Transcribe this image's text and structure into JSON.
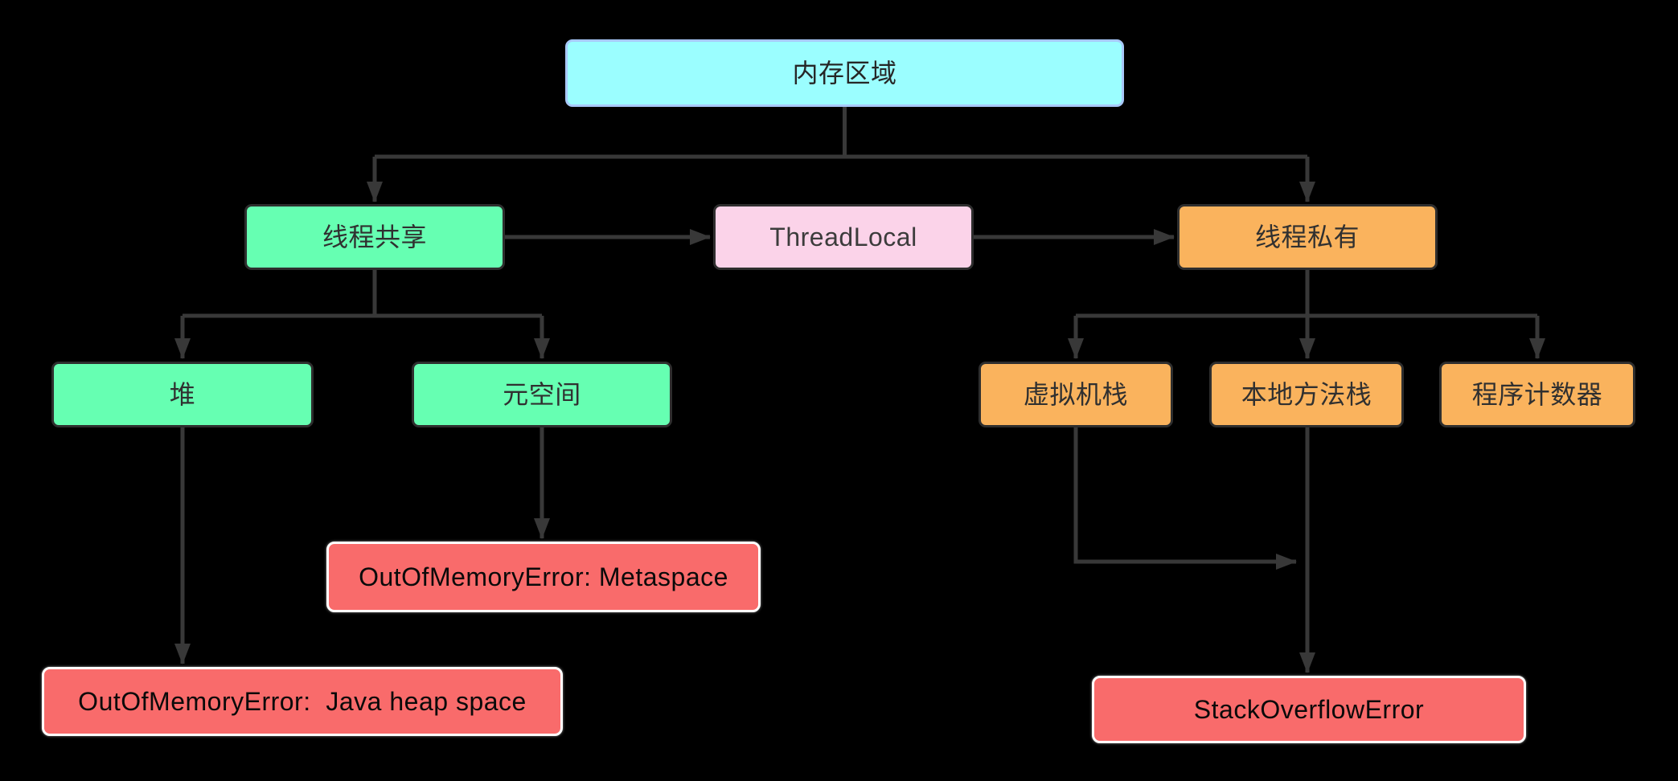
{
  "diagram": {
    "background": "#000000",
    "connector_color": "#383838",
    "nodes": [
      {
        "id": "memory-area",
        "label": "内存区域",
        "fill": "#9bfeff",
        "border": "#a8c9fa",
        "text_color": "#262626"
      },
      {
        "id": "thread-shared",
        "label": "线程共享",
        "fill": "#66ffb2",
        "border": "#2e2e2e",
        "text_color": "#303030"
      },
      {
        "id": "thread-local",
        "label": "ThreadLocal",
        "fill": "#fbd3e9",
        "border": "#2e2e2e",
        "text_color": "#3c3c3c"
      },
      {
        "id": "thread-private",
        "label": "线程私有",
        "fill": "#fab35d",
        "border": "#2e2e2e",
        "text_color": "#303030"
      },
      {
        "id": "heap",
        "label": "堆",
        "fill": "#66ffb2",
        "border": "#2e2e2e",
        "text_color": "#303030"
      },
      {
        "id": "metaspace",
        "label": "元空间",
        "fill": "#66ffb2",
        "border": "#2e2e2e",
        "text_color": "#303030"
      },
      {
        "id": "vm-stack",
        "label": "虚拟机栈",
        "fill": "#fab35d",
        "border": "#2e2e2e",
        "text_color": "#303030"
      },
      {
        "id": "native-method-stack",
        "label": "本地方法栈",
        "fill": "#fab35d",
        "border": "#2e2e2e",
        "text_color": "#303030"
      },
      {
        "id": "program-counter",
        "label": "程序计数器",
        "fill": "#fab35d",
        "border": "#2e2e2e",
        "text_color": "#303030"
      },
      {
        "id": "oom-metaspace",
        "label": "OutOfMemoryError: Metaspace",
        "fill": "#f96b6b",
        "border": "#ffffff",
        "text_color": "#0a0a0a"
      },
      {
        "id": "oom-heap",
        "label": "OutOfMemoryError:  Java heap space",
        "fill": "#f96b6b",
        "border": "#ffffff",
        "text_color": "#0a0a0a"
      },
      {
        "id": "stack-overflow",
        "label": "StackOverflowError",
        "fill": "#f96b6b",
        "border": "#ffffff",
        "text_color": "#0a0a0a"
      }
    ],
    "edges": [
      {
        "from": "memory-area",
        "to": "thread-shared"
      },
      {
        "from": "memory-area",
        "to": "thread-private"
      },
      {
        "from": "thread-shared",
        "to": "thread-local"
      },
      {
        "from": "thread-local",
        "to": "thread-private"
      },
      {
        "from": "thread-shared",
        "to": "heap"
      },
      {
        "from": "thread-shared",
        "to": "metaspace"
      },
      {
        "from": "thread-private",
        "to": "vm-stack"
      },
      {
        "from": "thread-private",
        "to": "native-method-stack"
      },
      {
        "from": "thread-private",
        "to": "program-counter"
      },
      {
        "from": "heap",
        "to": "oom-heap"
      },
      {
        "from": "metaspace",
        "to": "oom-metaspace"
      },
      {
        "from": "native-method-stack",
        "to": "stack-overflow"
      },
      {
        "from": "vm-stack",
        "to": "stack-overflow"
      }
    ]
  }
}
